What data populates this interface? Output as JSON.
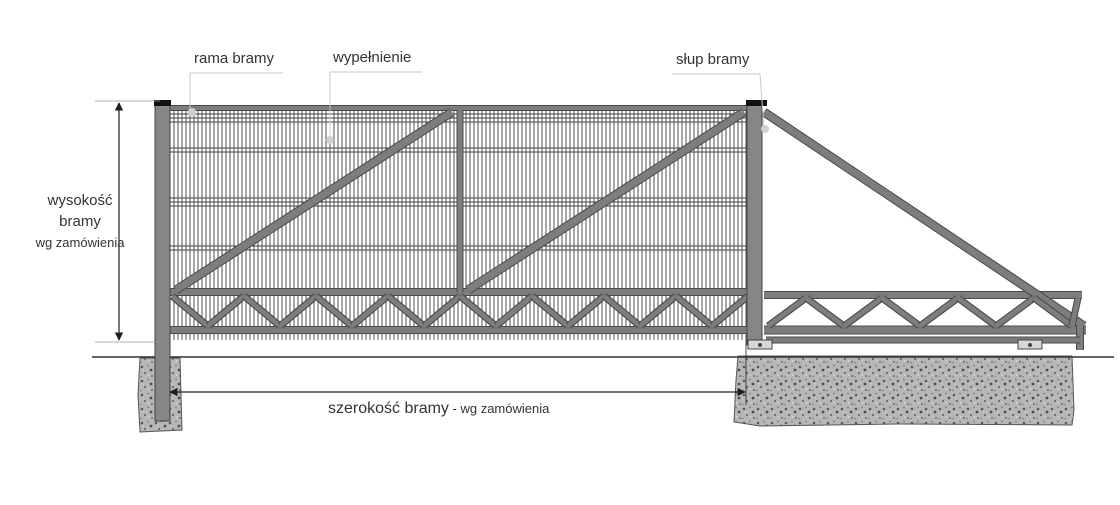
{
  "labels": {
    "frame": "rama bramy",
    "infill": "wypełnienie",
    "post": "słup bramy",
    "height_line1": "wysokość",
    "height_line2": "bramy",
    "height_line3": "wg zamówienia",
    "width_main": "szerokość bramy",
    "width_suffix": " - wg zamówienia"
  },
  "colors": {
    "steel": "#7d7d7d",
    "steel_dark": "#4a4a4a",
    "mesh": "#3f3f3f",
    "concrete": "#9a9a9a",
    "ground": "#333333",
    "leader": "#c8c8c8",
    "dimension": "#1e1e1e"
  }
}
